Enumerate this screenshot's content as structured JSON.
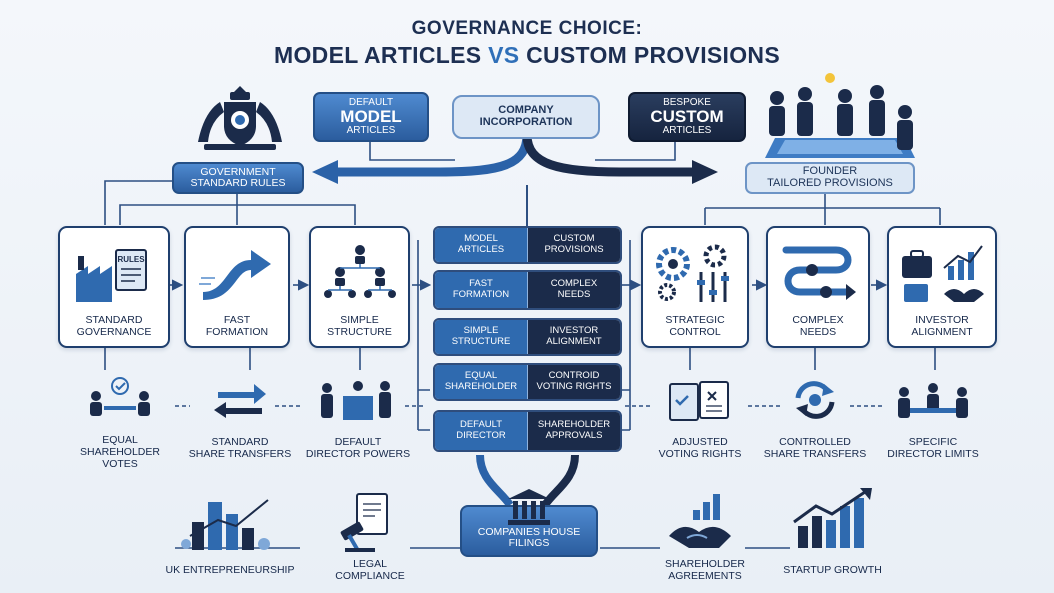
{
  "title": {
    "line1": "GOVERNANCE CHOICE:",
    "line2_left": "MODEL ARTICLES ",
    "line2_vs": "VS",
    "line2_right": " CUSTOM PROVISIONS"
  },
  "top": {
    "default_small": "DEFAULT",
    "default_big": "MODEL",
    "default_sub": "ARTICLES",
    "incorporation_line1": "COMPANY",
    "incorporation_line2": "INCORPORATION",
    "bespoke_small": "BESPOKE",
    "bespoke_big": "CUSTOM",
    "bespoke_sub": "ARTICLES",
    "gov_line1": "GOVERNMENT",
    "gov_line2": "STANDARD RULES",
    "founder_line1": "FOUNDER",
    "founder_line2": "TAILORED PROVISIONS"
  },
  "left_cards": [
    {
      "line1": "STANDARD",
      "line2": "GOVERNANCE",
      "icon": "factory-rules-icon",
      "icon_text": "RULES"
    },
    {
      "line1": "FAST",
      "line2": "FORMATION",
      "icon": "fast-arrow-icon"
    },
    {
      "line1": "SIMPLE",
      "line2": "STRUCTURE",
      "icon": "org-chart-icon"
    }
  ],
  "right_cards": [
    {
      "line1": "STRATEGIC",
      "line2": "CONTROL",
      "icon": "gears-sliders-icon"
    },
    {
      "line1": "COMPLEX",
      "line2": "NEEDS",
      "icon": "winding-path-icon"
    },
    {
      "line1": "INVESTOR",
      "line2": "ALIGNMENT",
      "icon": "briefcase-handshake-icon"
    }
  ],
  "comparison_rows": [
    {
      "left1": "MODEL",
      "left2": "ARTICLES",
      "right1": "CUSTOM",
      "right2": "PROVISIONS"
    },
    {
      "left1": "FAST",
      "left2": "FORMATION",
      "right1": "COMPLEX",
      "right2": "NEEDS"
    },
    {
      "left1": "SIMPLE",
      "left2": "STRUCTURE",
      "right1": "INVESTOR",
      "right2": "ALIGNMENT"
    },
    {
      "left1": "EQUAL",
      "left2": "SHAREHOLDER",
      "right1": "CONTROID",
      "right2": "VOTING RIGHTS"
    },
    {
      "left1": "DEFAULT",
      "left2": "DIRECTOR",
      "right1": "SHAREHOLDER",
      "right2": "APPROVALS"
    }
  ],
  "left_icons": [
    {
      "line1": "EQUAL",
      "line2": "SHAREHOLDER",
      "line3": "VOTES",
      "icon": "meeting-check-icon"
    },
    {
      "line1": "STANDARD",
      "line2": "SHARE TRANSFERS",
      "line3": "",
      "icon": "swap-arrows-icon"
    },
    {
      "line1": "DEFAULT",
      "line2": "DIRECTOR POWERS",
      "line3": "",
      "icon": "podium-people-icon"
    }
  ],
  "right_icons": [
    {
      "line1": "ADJUSTED",
      "line2": "VOTING RIGHTS",
      "icon": "documents-check-icon"
    },
    {
      "line1": "CONTROLLED",
      "line2": "SHARE TRANSFERS",
      "icon": "cycle-coin-icon"
    },
    {
      "line1": "SPECIFIC",
      "line2": "DIRECTOR LIMITS",
      "icon": "meeting-people-icon"
    }
  ],
  "bottom": {
    "uk": "UK ENTREPRENEURSHIP",
    "legal1": "LEGAL",
    "legal2": "COMPLIANCE",
    "ch1": "COMPANIES HOUSE",
    "ch2": "FILINGS",
    "sa1": "SHAREHOLDER",
    "sa2": "AGREEMENTS",
    "growth": "STARTUP GROWTH"
  },
  "colors": {
    "navy": "#1b2b4a",
    "blue": "#2f6aaf",
    "light_blue": "#dde8f5",
    "line": "#2d4f82"
  }
}
